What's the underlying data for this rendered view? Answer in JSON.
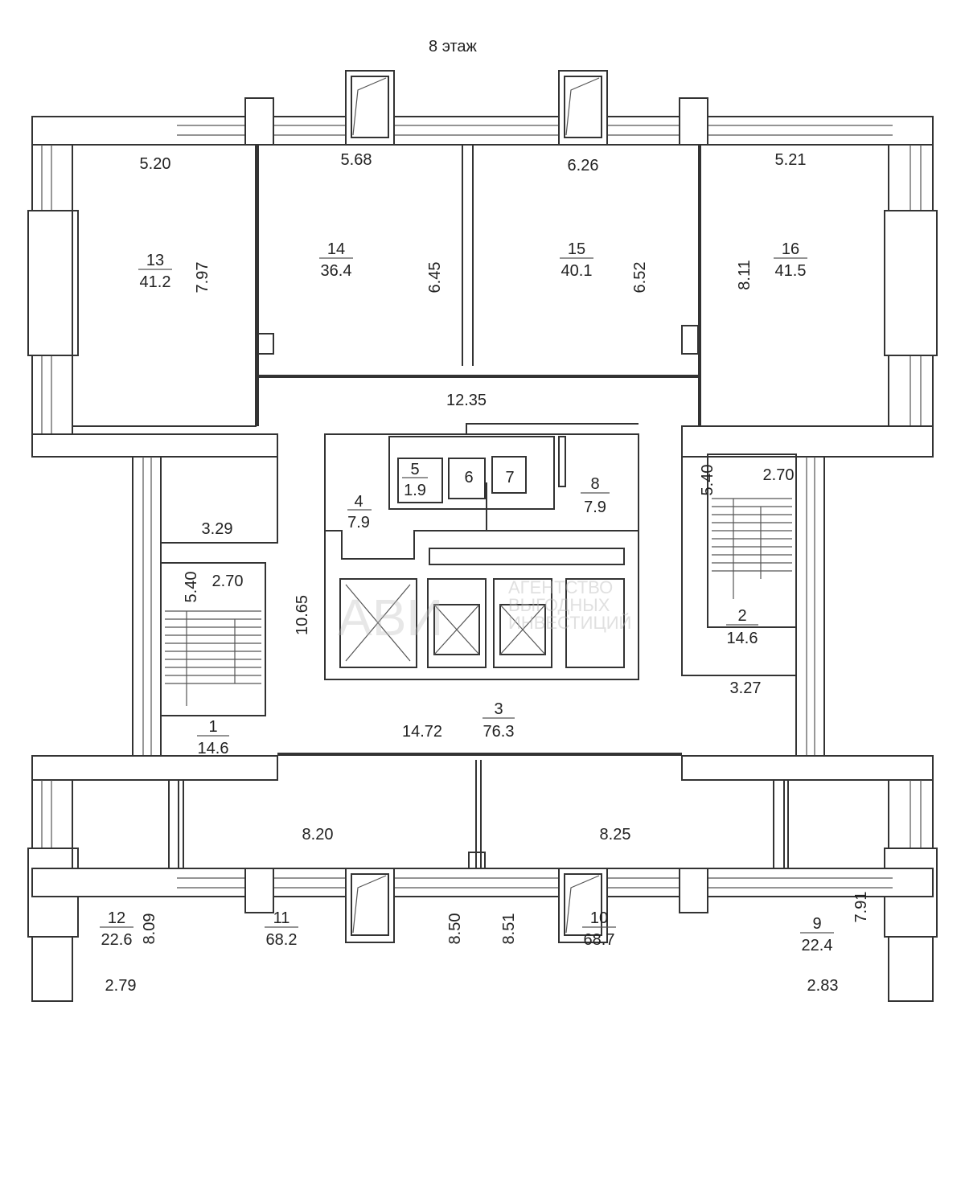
{
  "title": "8 этаж",
  "watermark": {
    "logo": "АВИ",
    "line1": "АГЕНТСТВО",
    "line2": "ВЫГОДНЫХ",
    "line3": "ИНВЕСТИЦИЙ"
  },
  "rooms": [
    {
      "number": "1",
      "area": "14.6"
    },
    {
      "number": "2",
      "area": "14.6"
    },
    {
      "number": "3",
      "area": "76.3"
    },
    {
      "number": "4",
      "area": "7.9"
    },
    {
      "number": "5",
      "area": "1.9"
    },
    {
      "number": "6"
    },
    {
      "number": "7"
    },
    {
      "number": "8",
      "area": "7.9"
    },
    {
      "number": "9",
      "area": "22.4"
    },
    {
      "number": "10",
      "area": "68.7"
    },
    {
      "number": "11",
      "area": "68.2"
    },
    {
      "number": "12",
      "area": "22.6"
    },
    {
      "number": "13",
      "area": "41.2"
    },
    {
      "number": "14",
      "area": "36.4"
    },
    {
      "number": "15",
      "area": "40.1"
    },
    {
      "number": "16",
      "area": "41.5"
    }
  ],
  "dimensions": {
    "r13_w": "5.20",
    "r13_h": "7.97",
    "r14_w": "5.68",
    "r14_h": "6.45",
    "r15_w": "6.26",
    "r15_h": "6.52",
    "r16_w": "5.21",
    "r16_h": "8.11",
    "corridor_top": "12.35",
    "stair1_a": "3.29",
    "stair1_h": "5.40",
    "stair1_w": "2.70",
    "core_h": "10.65",
    "stair2_h": "5.40",
    "stair2_w": "2.70",
    "stair2_b": "3.27",
    "corridor_bottom": "14.72",
    "r11_w": "8.20",
    "r10_w": "8.25",
    "r12_h": "8.09",
    "r11_h": "8.50",
    "r10_h": "8.51",
    "r9_h": "7.91",
    "r12_w": "2.79",
    "r9_w": "2.83"
  }
}
